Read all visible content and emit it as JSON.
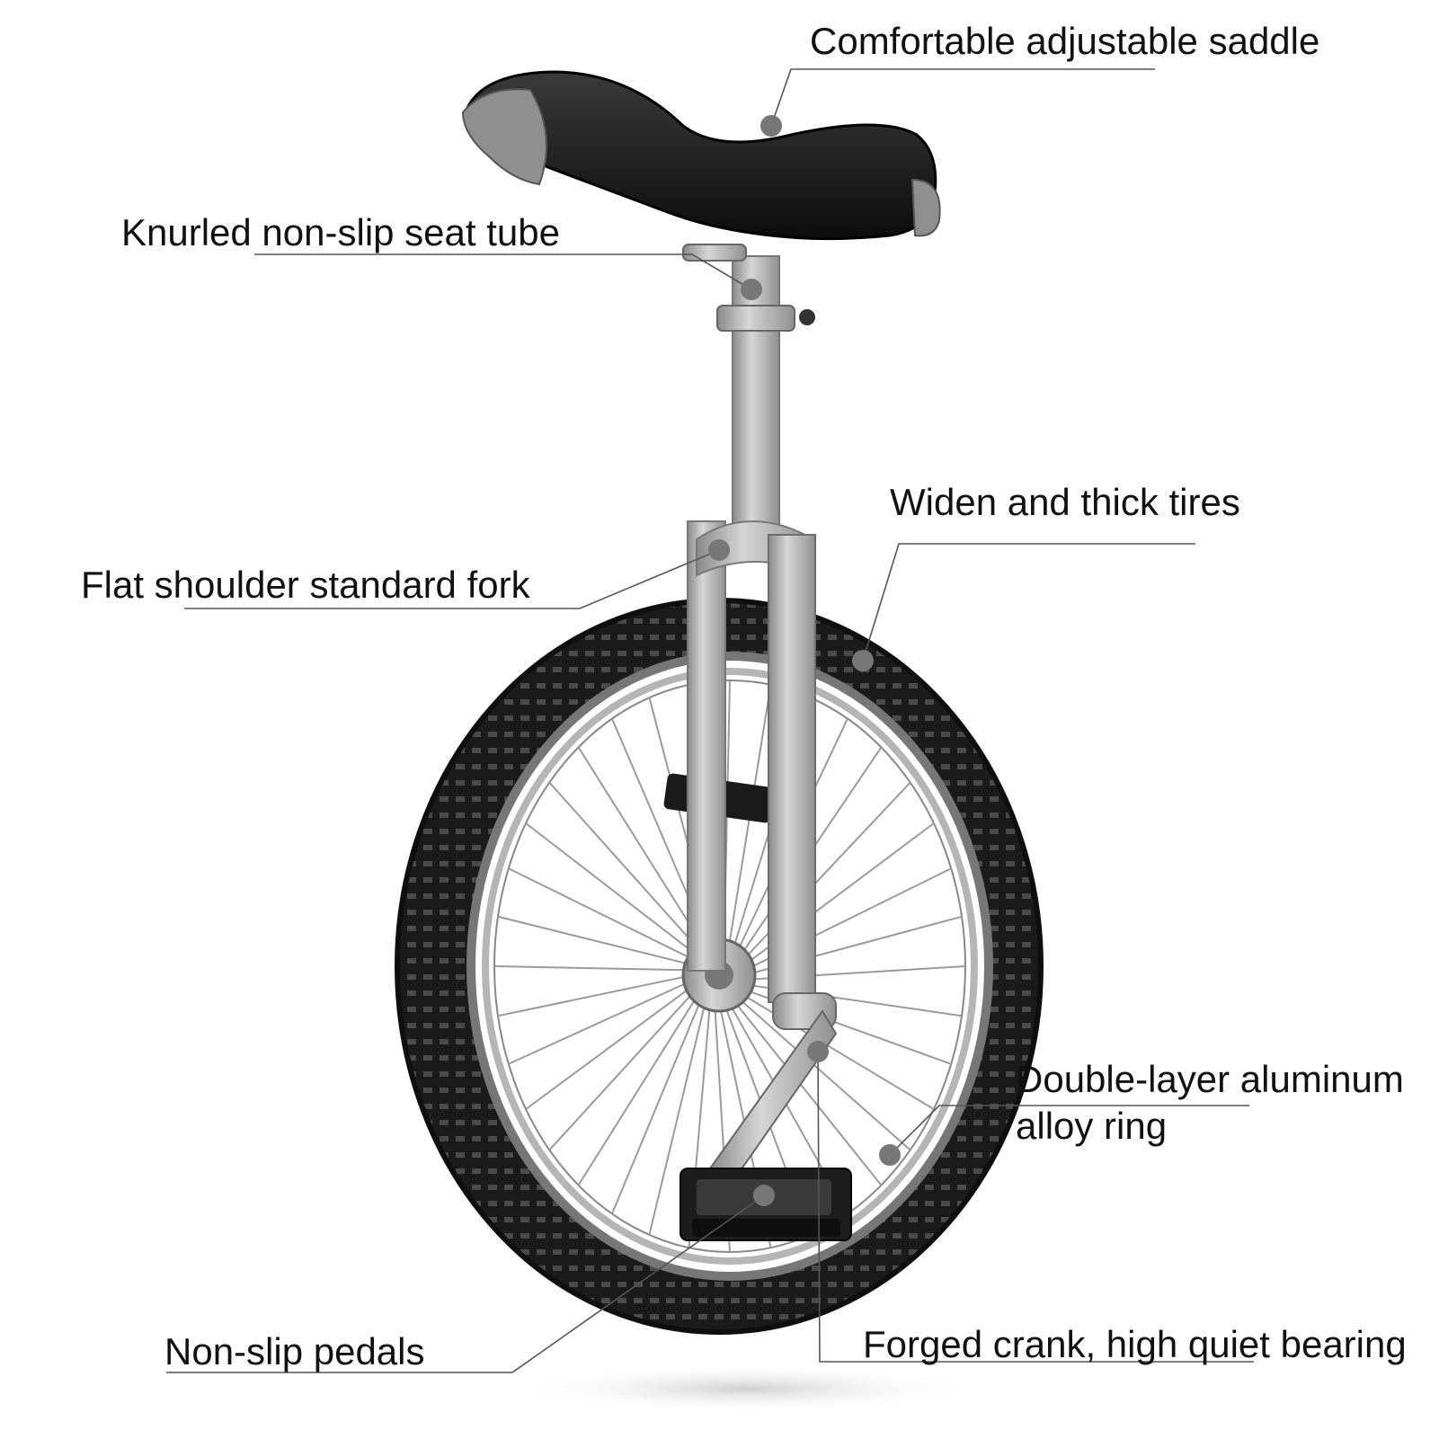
{
  "callouts": {
    "saddle": "Comfortable adjustable saddle",
    "seat_tube": "Knurled non-slip seat tube",
    "tires": "Widen and thick tires",
    "fork": "Flat shoulder standard fork",
    "rim_line1": "Double-layer aluminum",
    "rim_line2": "alloy ring",
    "pedals": "Non-slip pedals",
    "crank": "Forged crank, high quiet bearing"
  },
  "colors": {
    "label_text": "#111111",
    "leader_line": "#555555",
    "marker_dot": "#777777",
    "tire": "#1a1a1a",
    "frame": "#a8a8a8"
  }
}
